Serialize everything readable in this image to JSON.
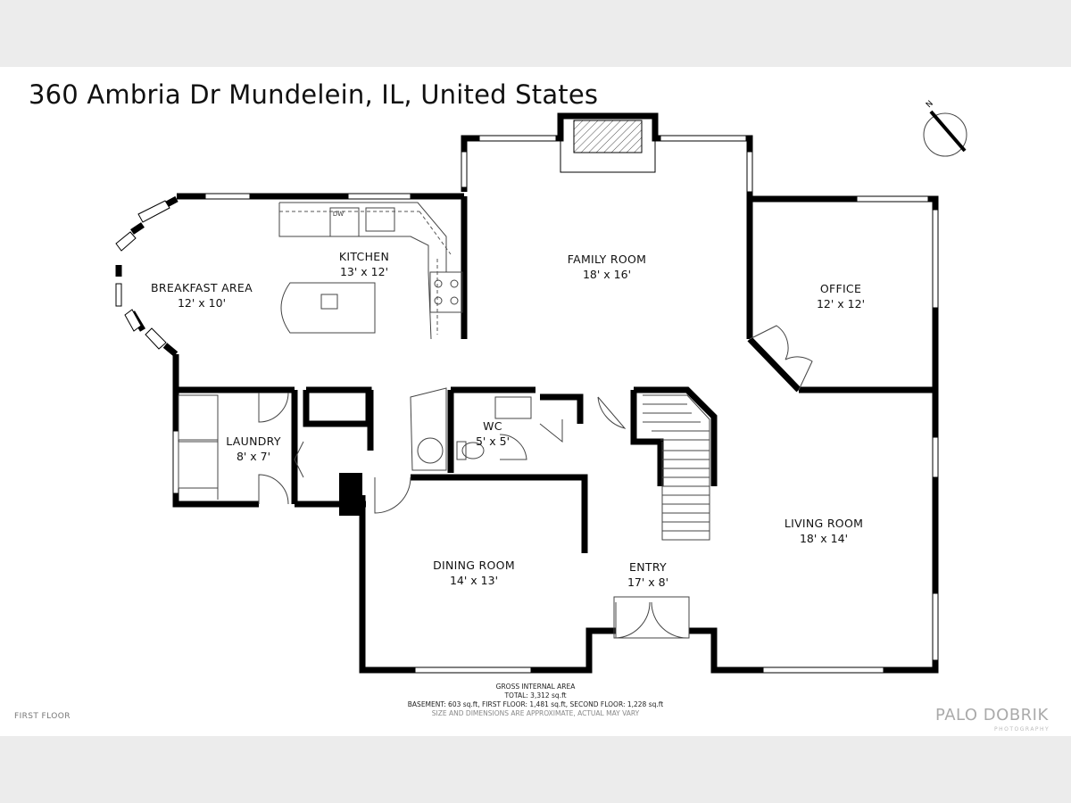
{
  "title": "360 Ambria Dr Mundelein, IL, United States",
  "rooms": {
    "breakfast": {
      "name": "BREAKFAST AREA",
      "dim": "12' x 10'"
    },
    "kitchen": {
      "name": "KITCHEN",
      "dim": "13' x 12'"
    },
    "family": {
      "name": "FAMILY ROOM",
      "dim": "18' x 16'"
    },
    "office": {
      "name": "OFFICE",
      "dim": "12' x 12'"
    },
    "laundry": {
      "name": "LAUNDRY",
      "dim": "8' x 7'"
    },
    "wc": {
      "name": "WC",
      "dim": "5' x 5'"
    },
    "living": {
      "name": "LIVING ROOM",
      "dim": "18' x 14'"
    },
    "dining": {
      "name": "DINING ROOM",
      "dim": "14' x 13'"
    },
    "entry": {
      "name": "ENTRY",
      "dim": "17' x 8'"
    }
  },
  "fixtures": {
    "dishwasher": "DW"
  },
  "area": {
    "heading": "GROSS INTERNAL AREA",
    "total": "TOTAL: 3,312 sq.ft",
    "breakdown": "BASEMENT: 603 sq.ft, FIRST FLOOR: 1,481 sq.ft, SECOND FLOOR: 1,228 sq.ft",
    "disclaimer": "SIZE AND DIMENSIONS ARE APPROXIMATE, ACTUAL MAY VARY"
  },
  "floor_label": "FIRST FLOOR",
  "brand": {
    "name": "PALO DOBRIK",
    "sub": "PHOTOGRAPHY"
  },
  "compass": {
    "label": "N"
  },
  "colors": {
    "wall": "#000000",
    "background": "#ececec",
    "sheet": "#ffffff",
    "brand": "#aaaaaa"
  }
}
